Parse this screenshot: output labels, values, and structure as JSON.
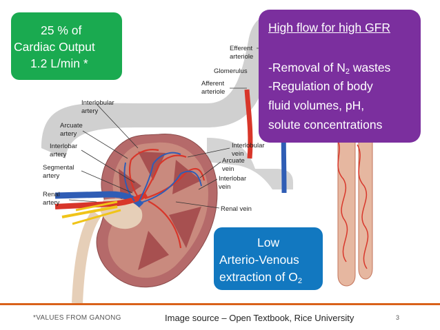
{
  "green_box": {
    "line1": "25 % of",
    "line2": "Cardiac Output",
    "line3": "1.2 L/min *"
  },
  "purple_box": {
    "heading": "High flow for high GFR",
    "item1_prefix": "-Removal of N",
    "item1_sub": "2",
    "item1_suffix": " wastes",
    "item2_line1": "-Regulation of body",
    "item2_line2": "fluid volumes, pH,",
    "item2_line3": "solute concentrations"
  },
  "blue_box": {
    "line1": "Low",
    "line2": "Arterio-Venous",
    "line3_prefix": "extraction of O",
    "line3_sub": "2"
  },
  "diagram": {
    "labels": {
      "efferent_1": "Efferent",
      "efferent_2": "arteriole",
      "glomerulus": "Glomerulus",
      "afferent_1": "Afferent",
      "afferent_2": "arteriole",
      "interlobular_artery_1": "Interlobular",
      "interlobular_artery_2": "artery",
      "arcuate_artery_1": "Arcuate",
      "arcuate_artery_2": "artery",
      "interlobar_artery_1": "Interlobar",
      "interlobar_artery_2": "artery",
      "segmental_artery_1": "Segmental",
      "segmental_artery_2": "artery",
      "renal_artery_1": "Renal",
      "renal_artery_2": "artery",
      "interlobular_vein_1": "Interlobular",
      "interlobular_vein_2": "vein",
      "arcuate_vein_1": "Arcuate",
      "arcuate_vein_2": "vein",
      "interlobar_vein_1": "Interlobar",
      "interlobar_vein_2": "vein",
      "renal_vein": "Renal vein"
    }
  },
  "footer": {
    "note": "*VALUES FROM GANONG",
    "source": "Image source – Open Textbook, Rice University",
    "page_number": "3"
  },
  "colors": {
    "green": "#1aaa50",
    "purple": "#7b2f9e",
    "blue": "#1278c0",
    "accent_orange": "#d9611a",
    "artery_red": "#d8362a",
    "vein_blue": "#2f5db5",
    "ureter_yellow": "#f0c419"
  }
}
